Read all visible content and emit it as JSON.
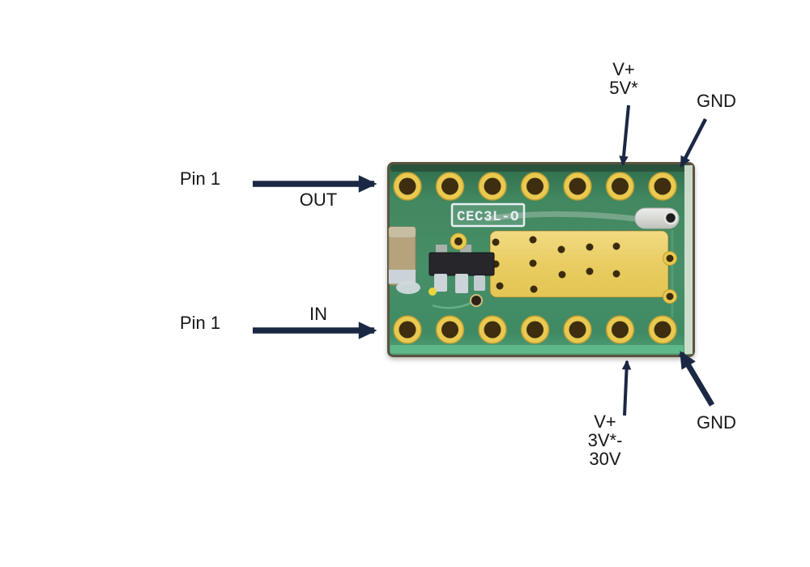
{
  "page": {
    "description": "Annotated pinout photo of a small breakout PCB",
    "background": "#ffffff"
  },
  "board": {
    "silkscreen_label": "CEC3L-O"
  },
  "annotations": {
    "pin1_top": "Pin 1",
    "out": "OUT",
    "pin1_bottom": "Pin 1",
    "in": "IN",
    "v_plus_top": {
      "lines": [
        "V+",
        "5V*"
      ]
    },
    "gnd_top": "GND",
    "v_plus_bottom": {
      "lines": [
        "V+",
        "3V*-",
        "30V"
      ]
    },
    "gnd_bottom": "GND"
  },
  "colors": {
    "arrow": "#1b2844",
    "label_text": "#161616",
    "pcb_green": "#44906a",
    "pad_gold": "#e9c94f",
    "big_pad_gold": "#ecd06d",
    "silkscreen_white": "#e8eff5"
  }
}
